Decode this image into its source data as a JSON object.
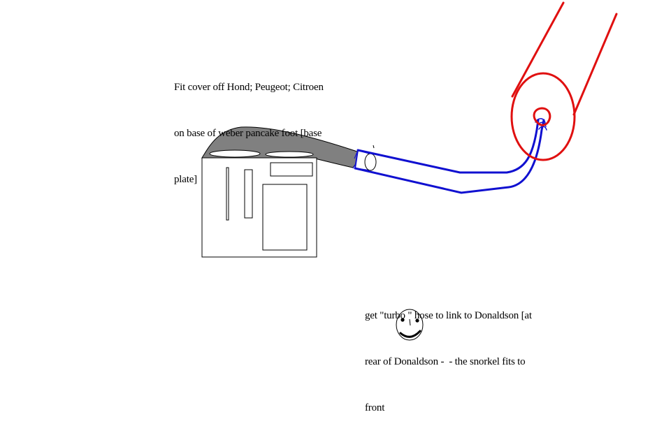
{
  "notes": {
    "top": [
      "Fit cover off Hond; Peugeot; Citroen",
      "on base of weber pancake foot [base",
      "plate]"
    ],
    "bottom": [
      "get \"turbo \" hose to link to Donaldson [at",
      "rear of Donaldson -  - the snorkel fits to",
      "front"
    ]
  },
  "colors": {
    "outline": "#000000",
    "cover_fill": "#808080",
    "hose": "#1010d0",
    "donaldson": "#e01010",
    "background": "#ffffff"
  }
}
